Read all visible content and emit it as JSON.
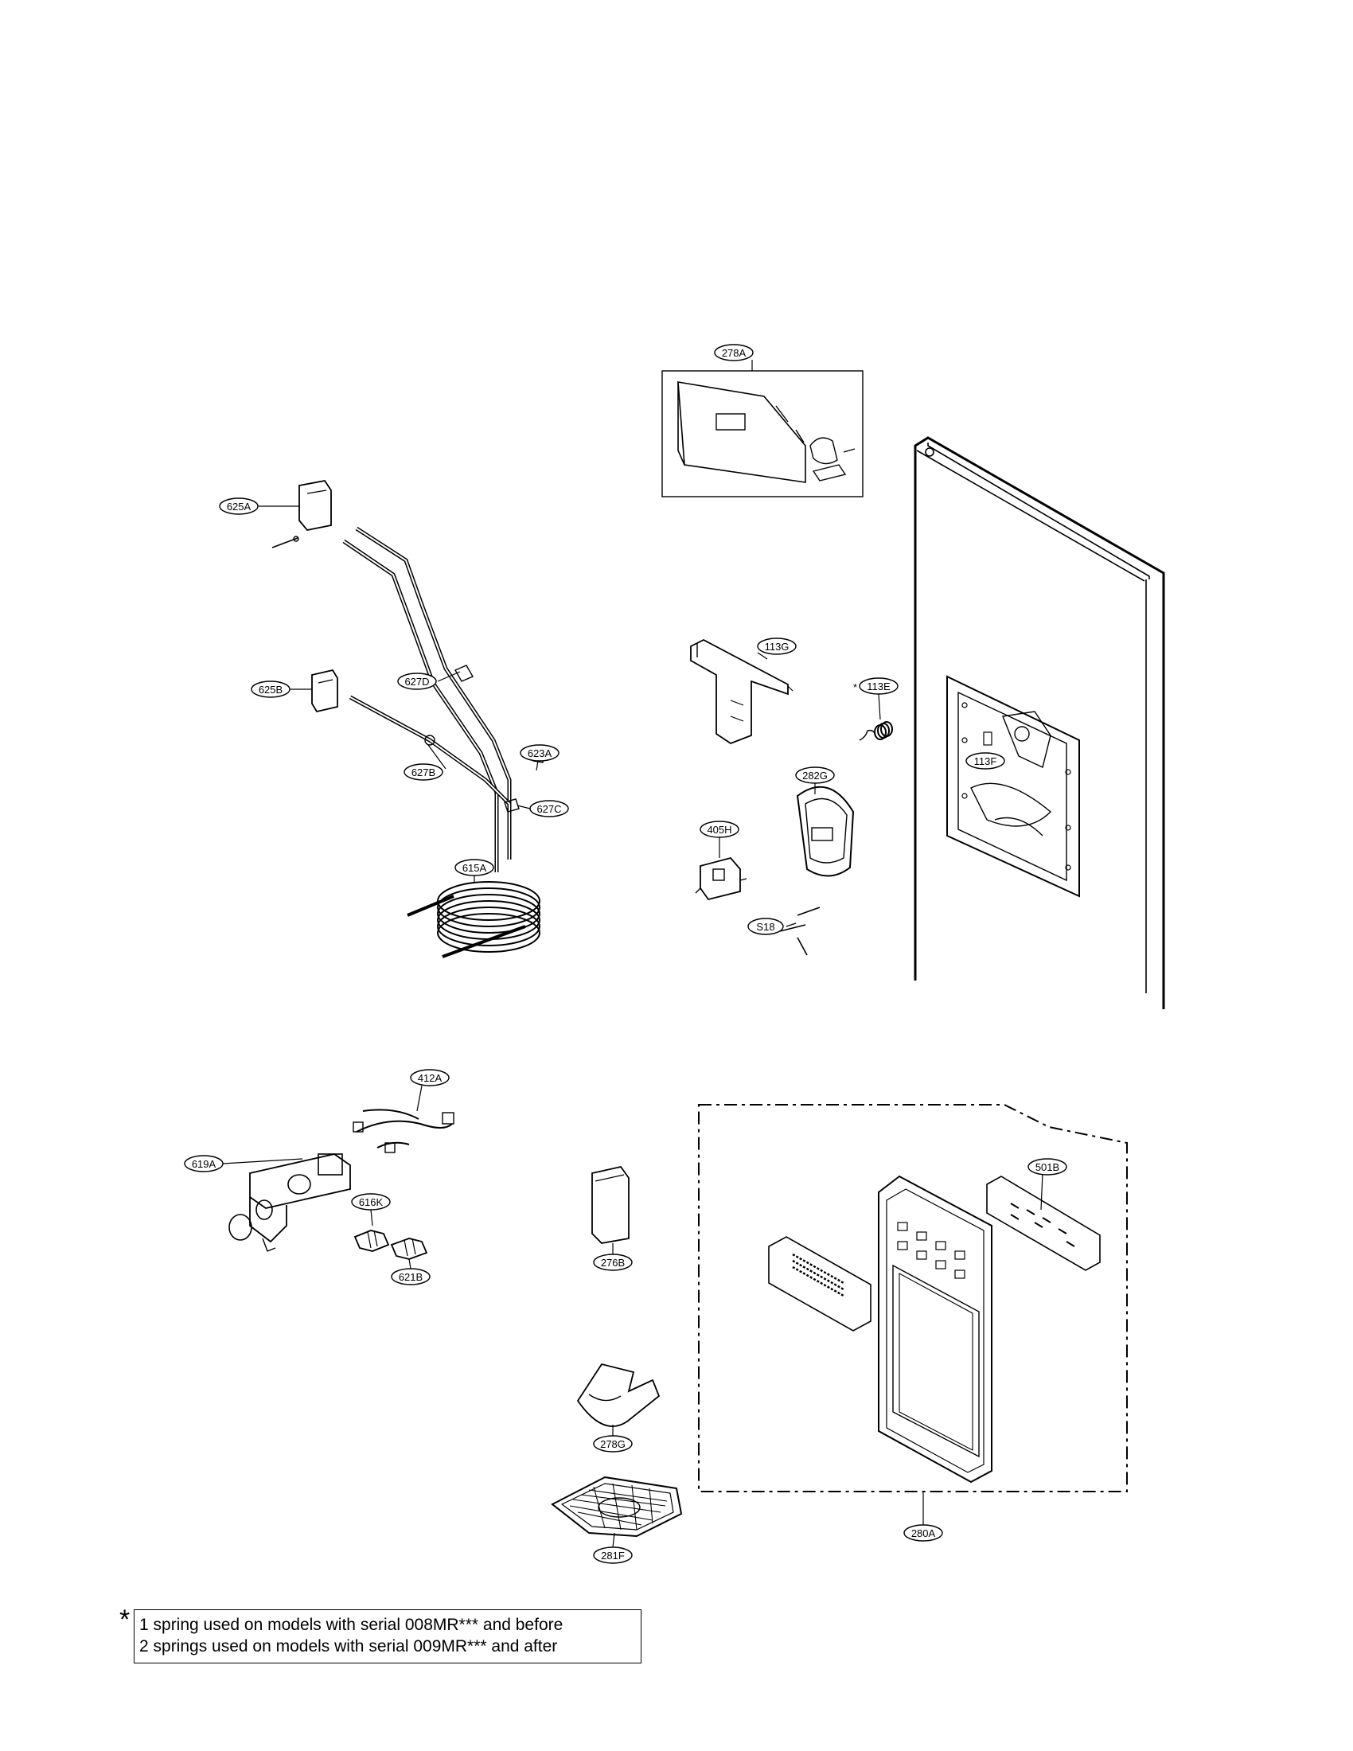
{
  "callouts": {
    "c278A": "278A",
    "c625A": "625A",
    "c625B": "625B",
    "c627D": "627D",
    "c627B": "627B",
    "c623A": "623A",
    "c627C": "627C",
    "c615A": "615A",
    "c113G": "113G",
    "c113E": "113E",
    "c113F": "113F",
    "c282G": "282G",
    "c405H": "405H",
    "cS18": "S18",
    "c412A": "412A",
    "c619A": "619A",
    "c616K": "616K",
    "c621B": "621B",
    "c276B": "276B",
    "c278G": "278G",
    "c281F": "281F",
    "c280A": "280A",
    "c501B": "501B"
  },
  "asterisk_marker": "*",
  "note": {
    "line1": "1 spring used on models with serial 008MR*** and before",
    "line2": "2 springs used on models with serial 009MR*** and after"
  }
}
